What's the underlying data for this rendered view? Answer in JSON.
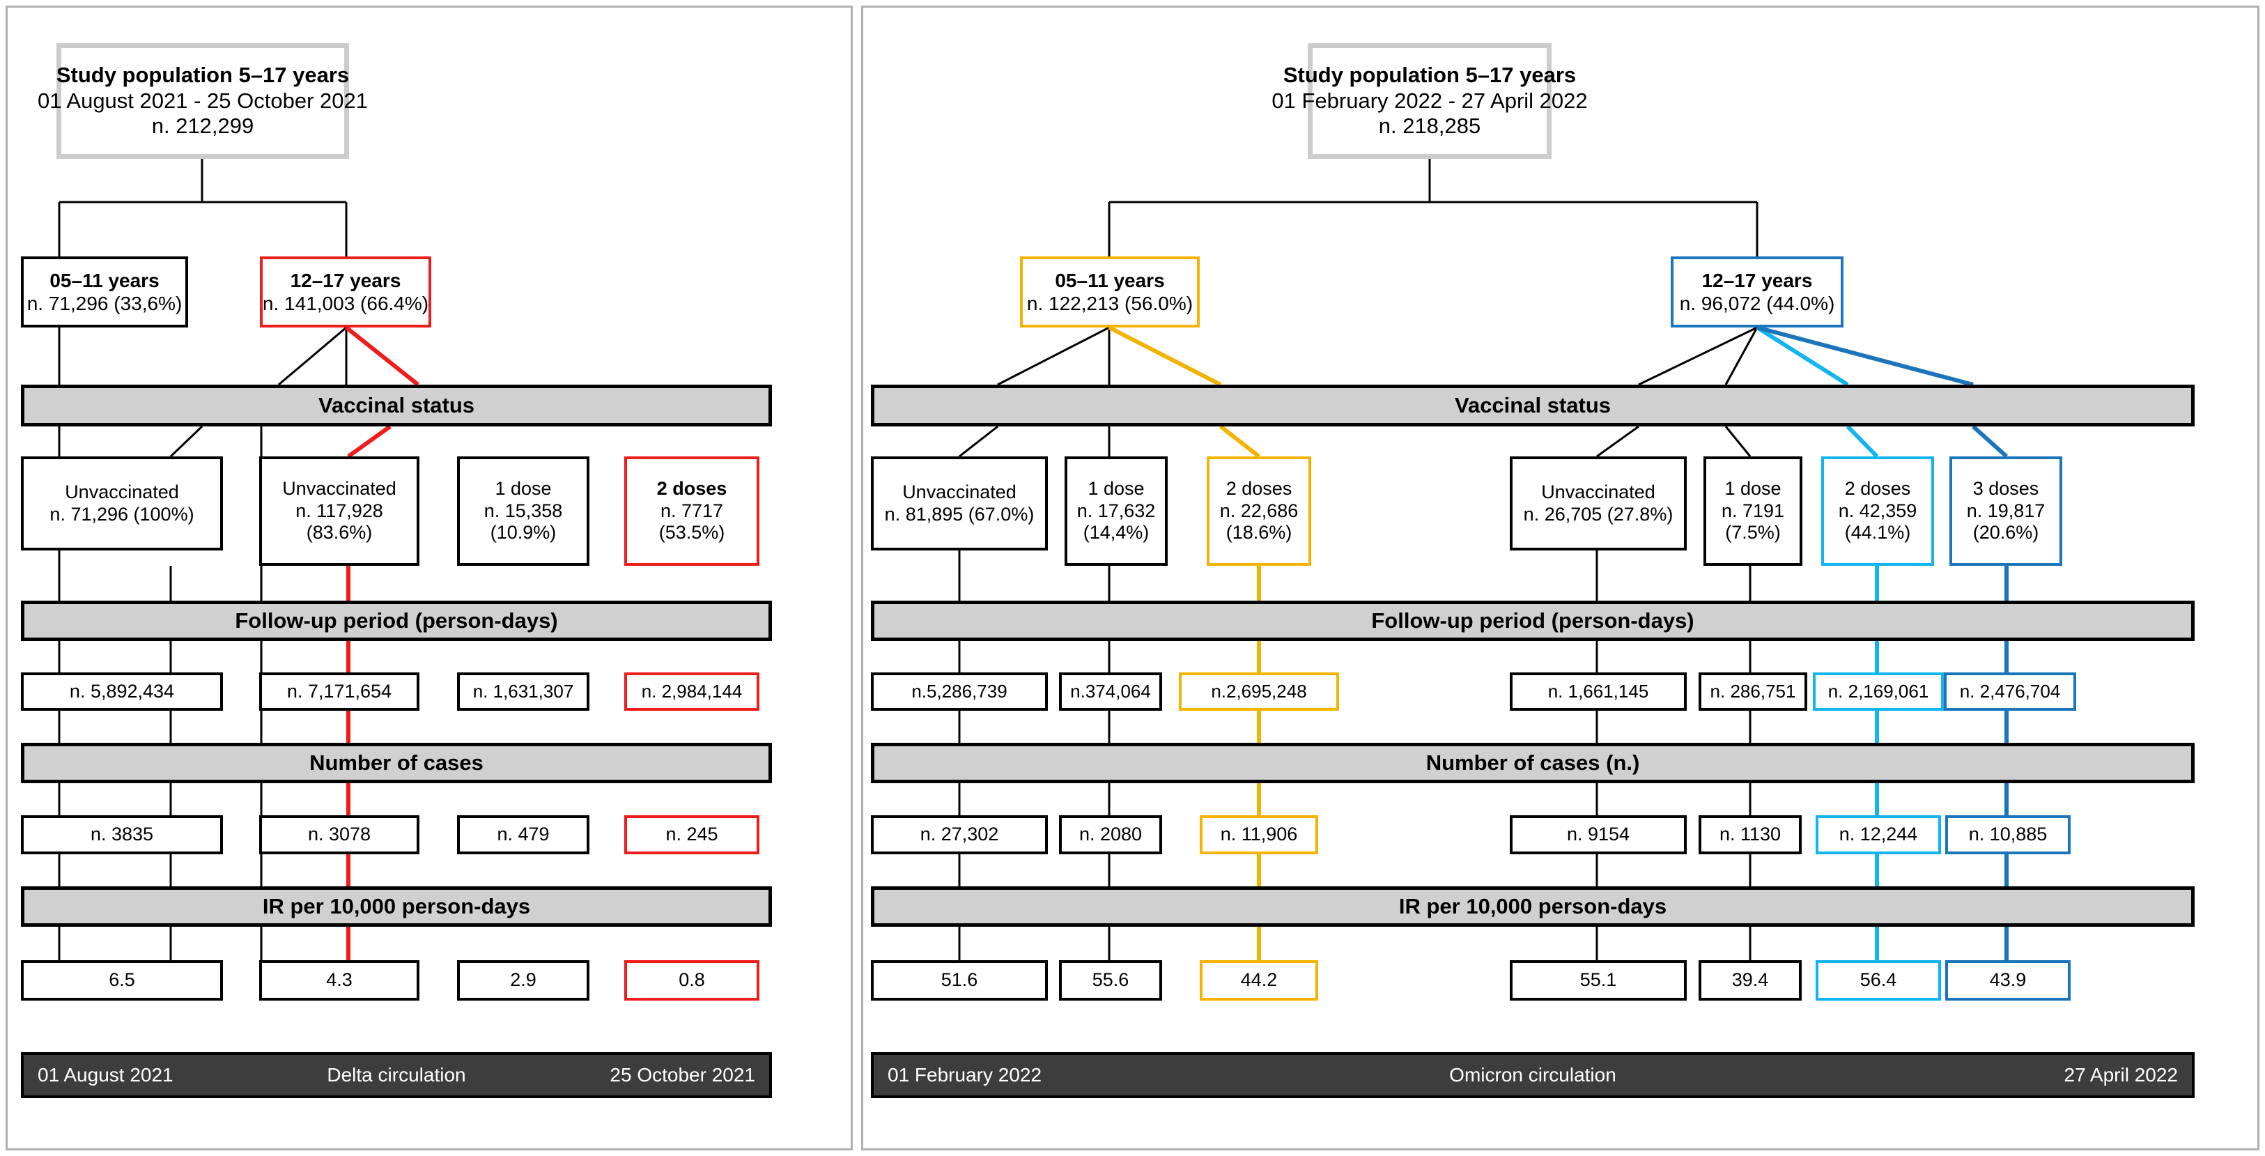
{
  "colors": {
    "red": "#ef1c1c",
    "yellow": "#f5b301",
    "cyan": "#12b5f0",
    "blue": "#1b75bb",
    "black": "#000000",
    "grey_bar": "#d0d0d0",
    "frame_grey": "#b0b0b0",
    "footer_dark": "#3d3d3d"
  },
  "left_panel": {
    "top": {
      "title": "Study population 5–17 years",
      "period": "01 August 2021 - 25 October 2021",
      "n": "n. 212,299"
    },
    "age_groups": [
      {
        "label": "05–11 years",
        "n": "n. 71,296 (33,6%)",
        "accent": "black"
      },
      {
        "label": "12–17 years",
        "n": "n. 141,003 (66.4%)",
        "accent": "red"
      }
    ],
    "section_headers": {
      "vaccinal_status": "Vaccinal status",
      "follow_up": "Follow-up period (person-days)",
      "cases": "Number of cases",
      "ir": "IR per 10,000 person-days"
    },
    "columns": [
      {
        "accent": "black",
        "bold_label": false,
        "status_label": "Unvaccinated",
        "status_n": "n. 71,296 (100%)",
        "status_pct": "",
        "follow_up": "n. 5,892,434",
        "cases": "n. 3835",
        "ir": "6.5"
      },
      {
        "accent": "black",
        "bold_label": false,
        "status_label": "Unvaccinated",
        "status_n": "n. 117,928",
        "status_pct": "(83.6%)",
        "follow_up": "n. 7,171,654",
        "cases": "n. 3078",
        "ir": "4.3"
      },
      {
        "accent": "black",
        "bold_label": false,
        "status_label": "1 dose",
        "status_n": "n. 15,358",
        "status_pct": "(10.9%)",
        "follow_up": "n. 1,631,307",
        "cases": "n. 479",
        "ir": "2.9"
      },
      {
        "accent": "red",
        "bold_label": true,
        "status_label": "2 doses",
        "status_n": "n. 7717",
        "status_pct": "(53.5%)",
        "follow_up": "n. 2,984,144",
        "cases": "n. 245",
        "ir": "0.8"
      }
    ],
    "footer": {
      "start": "01 August 2021",
      "middle": "Delta circulation",
      "end": "25 October 2021"
    }
  },
  "right_panel": {
    "top": {
      "title": "Study population 5–17 years",
      "period": "01 February 2022 - 27 April 2022",
      "n": "n. 218,285"
    },
    "age_groups": [
      {
        "label": "05–11 years",
        "n": "n. 122,213 (56.0%)",
        "accent": "yellow"
      },
      {
        "label": "12–17 years",
        "n": "n. 96,072 (44.0%)",
        "accent": "blue"
      }
    ],
    "section_headers": {
      "vaccinal_status": "Vaccinal status",
      "follow_up": "Follow-up period (person-days)",
      "cases": "Number of cases (n.)",
      "ir": "IR per 10,000 person-days"
    },
    "columns": [
      {
        "accent": "black",
        "bold_label": false,
        "status_label": "Unvaccinated",
        "status_n": "n. 81,895 (67.0%)",
        "status_pct": "",
        "follow_up": "n.5,286,739",
        "cases": "n. 27,302",
        "ir": "51.6"
      },
      {
        "accent": "black",
        "bold_label": false,
        "status_label": "1 dose",
        "status_n": "n. 17,632",
        "status_pct": "(14,4%)",
        "follow_up": "n.374,064",
        "cases": "n. 2080",
        "ir": "55.6"
      },
      {
        "accent": "yellow",
        "bold_label": false,
        "status_label": "2 doses",
        "status_n": "n. 22,686",
        "status_pct": "(18.6%)",
        "follow_up": "n.2,695,248",
        "cases": "n. 11,906",
        "ir": "44.2"
      },
      {
        "accent": "black",
        "bold_label": false,
        "status_label": "Unvaccinated",
        "status_n": "n. 26,705 (27.8%)",
        "status_pct": "",
        "follow_up": "n. 1,661,145",
        "cases": "n. 9154",
        "ir": "55.1"
      },
      {
        "accent": "black",
        "bold_label": false,
        "status_label": "1 dose",
        "status_n": "n. 7191",
        "status_pct": "(7.5%)",
        "follow_up": "n. 286,751",
        "cases": "n. 1130",
        "ir": "39.4"
      },
      {
        "accent": "cyan",
        "bold_label": false,
        "status_label": "2 doses",
        "status_n": "n. 42,359",
        "status_pct": "(44.1%)",
        "follow_up": "n. 2,169,061",
        "cases": "n. 12,244",
        "ir": "56.4"
      },
      {
        "accent": "blue",
        "bold_label": false,
        "status_label": "3 doses",
        "status_n": "n. 19,817",
        "status_pct": "(20.6%)",
        "follow_up": "n. 2,476,704",
        "cases": "n. 10,885",
        "ir": "43.9"
      }
    ],
    "footer": {
      "start": "01 February 2022",
      "middle": "Omicron circulation",
      "end": "27 April 2022"
    }
  }
}
